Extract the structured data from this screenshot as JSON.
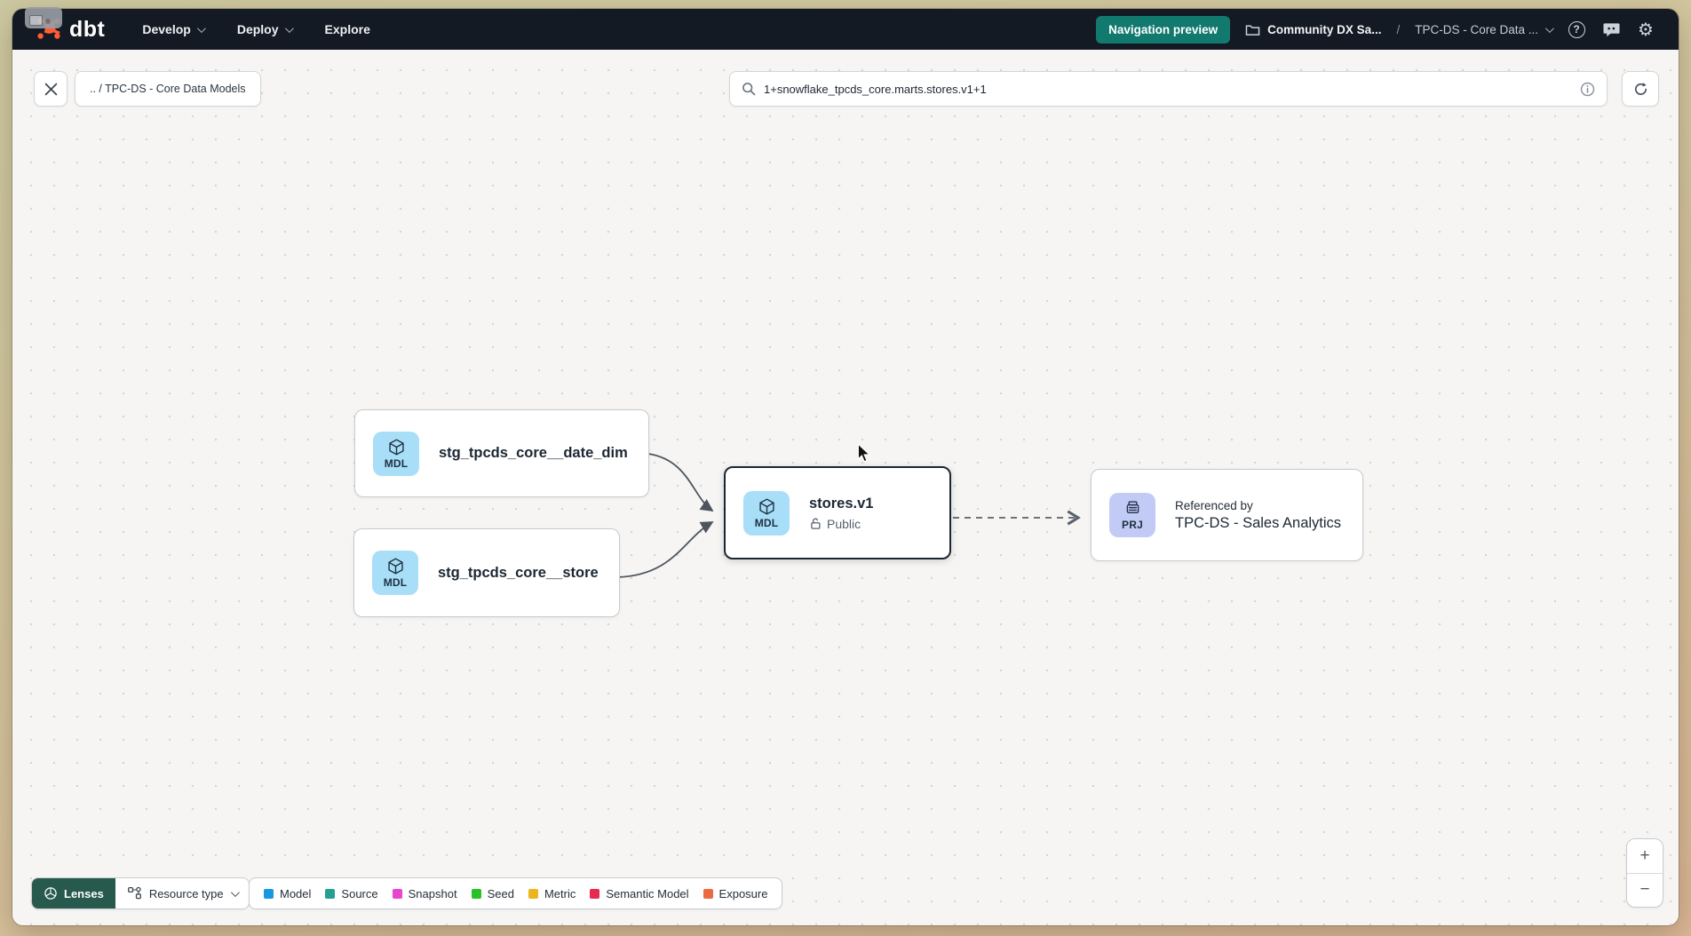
{
  "navbar": {
    "logo_text": "dbt",
    "menu_develop": "Develop",
    "menu_deploy": "Deploy",
    "menu_explore": "Explore",
    "preview_button_label": "Navigation preview",
    "account_name": "Community DX Sa...",
    "breadcrumb_separator": "/",
    "project_name": "TPC-DS - Core Data ...",
    "help_glyph": "?",
    "gear_glyph": "⚙",
    "colors": {
      "background": "#141a23",
      "preview_button": "#11796e"
    }
  },
  "toolbar": {
    "breadcrumb_label": ".. / TPC-DS - Core Data Models",
    "search_value": "1+snowflake_tpcds_core.marts.stores.v1+1"
  },
  "graph": {
    "nodes": {
      "date_dim": {
        "badge": "MDL",
        "label": "stg_tpcds_core__date_dim"
      },
      "store": {
        "badge": "MDL",
        "label": "stg_tpcds_core__store"
      },
      "stores_v1": {
        "badge": "MDL",
        "label": "stores.v1",
        "access": "Public"
      },
      "referenced_project": {
        "badge": "PRJ",
        "title": "Referenced by",
        "label": "TPC-DS - Sales Analytics"
      }
    },
    "badge_colors": {
      "model": "#a8def7",
      "project": "#c2cbf5"
    }
  },
  "controls": {
    "lenses_label": "Lenses",
    "lenses_color": "#27594c",
    "resource_type_label": "Resource type",
    "zoom_in_label": "+",
    "zoom_out_label": "−"
  },
  "legend": {
    "items": [
      {
        "label": "Model",
        "color": "#1a97e3"
      },
      {
        "label": "Source",
        "color": "#23a091"
      },
      {
        "label": "Snapshot",
        "color": "#e747cf"
      },
      {
        "label": "Seed",
        "color": "#28c228"
      },
      {
        "label": "Metric",
        "color": "#ecb51e"
      },
      {
        "label": "Semantic Model",
        "color": "#e62a50"
      },
      {
        "label": "Exposure",
        "color": "#ec6a40"
      }
    ]
  }
}
